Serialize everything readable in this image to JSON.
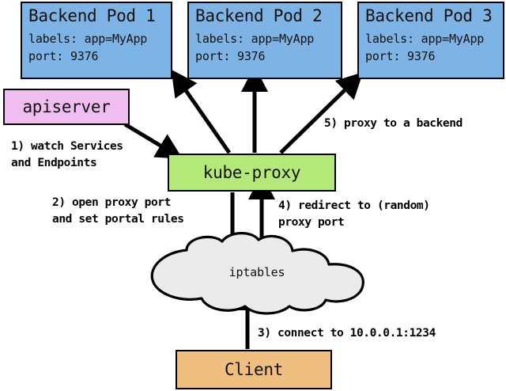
{
  "diagram": {
    "title": "kube-proxy service proxy flow",
    "colors": {
      "pod": "#7EB3E5",
      "apiserver": "#EFBDEF",
      "kube_proxy": "#B4E878",
      "client": "#EFBF7F",
      "cloud": "#EBEBEB",
      "stroke": "#000000"
    },
    "nodes": {
      "pod1": {
        "title": "Backend Pod 1",
        "labels_line": "labels: app=MyApp",
        "port_line": "port: 9376"
      },
      "pod2": {
        "title": "Backend Pod 2",
        "labels_line": "labels: app=MyApp",
        "port_line": "port: 9376"
      },
      "pod3": {
        "title": "Backend Pod 3",
        "labels_line": "labels: app=MyApp",
        "port_line": "port: 9376"
      },
      "apiserver": {
        "title": "apiserver"
      },
      "kube_proxy": {
        "title": "kube-proxy"
      },
      "iptables": {
        "title": "iptables"
      },
      "client": {
        "title": "Client"
      }
    },
    "steps": {
      "step1_line1": "1) watch Services",
      "step1_line2": "and Endpoints",
      "step2_line1": "2) open proxy port",
      "step2_line2": "and set portal rules",
      "step3_line1": "3) connect to 10.0.0.1:1234",
      "step4_line1": "4) redirect to (random)",
      "step4_line2": "proxy port",
      "step5_line1": "5) proxy to a backend"
    }
  }
}
